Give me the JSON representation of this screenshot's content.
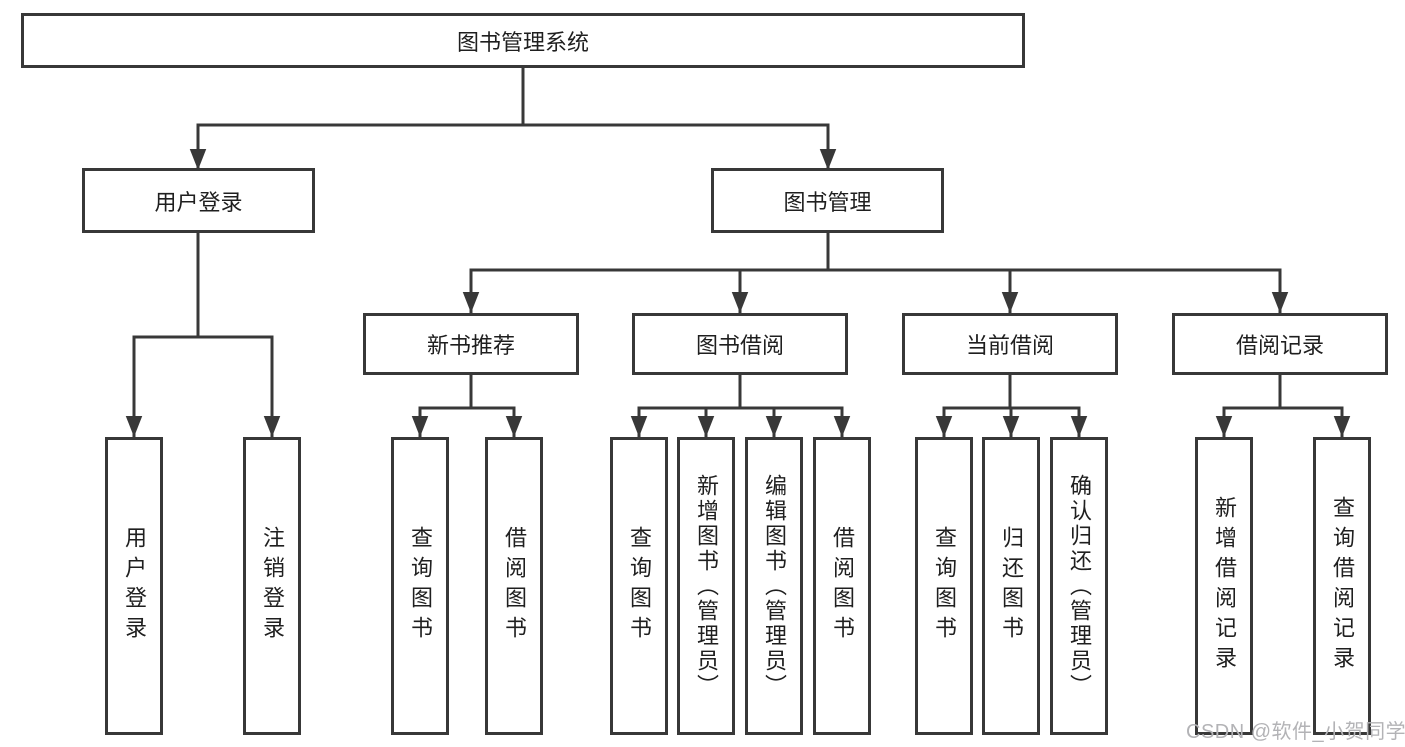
{
  "title": "图书管理系统",
  "watermark": "CSDN @软件_小贺同学",
  "colors": {
    "line": "#383838",
    "box_border": "#383838",
    "text": "#1f1f1f",
    "background": "#ffffff",
    "watermark": "#b3b3b6"
  },
  "nodes": {
    "root": "图书管理系统",
    "user_login": "用户登录",
    "book_mgmt": "图书管理",
    "new_rec": "新书推荐",
    "borrow": "图书借阅",
    "current": "当前借阅",
    "records": "借阅记录",
    "leaf_user_login": "用户登录",
    "leaf_logout": "注销登录",
    "rec_query": "查询图书",
    "rec_borrow": "借阅图书",
    "borrow_query": "查询图书",
    "borrow_add": "新增图书（管理员）",
    "borrow_edit": "编辑图书（管理员）",
    "borrow_take": "借阅图书",
    "current_query": "查询图书",
    "current_return": "归还图书",
    "current_confirm": "确认归还（管理员）",
    "records_add": "新增借阅记录",
    "records_query": "查询借阅记录"
  },
  "hierarchy": [
    {
      "parent": "图书管理系统",
      "children": [
        "用户登录",
        "图书管理"
      ]
    },
    {
      "parent": "用户登录",
      "children": [
        "用户登录",
        "注销登录"
      ]
    },
    {
      "parent": "图书管理",
      "children": [
        "新书推荐",
        "图书借阅",
        "当前借阅",
        "借阅记录"
      ]
    },
    {
      "parent": "新书推荐",
      "children": [
        "查询图书",
        "借阅图书"
      ]
    },
    {
      "parent": "图书借阅",
      "children": [
        "查询图书",
        "新增图书（管理员）",
        "编辑图书（管理员）",
        "借阅图书"
      ]
    },
    {
      "parent": "当前借阅",
      "children": [
        "查询图书",
        "归还图书",
        "确认归还（管理员）"
      ]
    },
    {
      "parent": "借阅记录",
      "children": [
        "新增借阅记录",
        "查询借阅记录"
      ]
    }
  ]
}
